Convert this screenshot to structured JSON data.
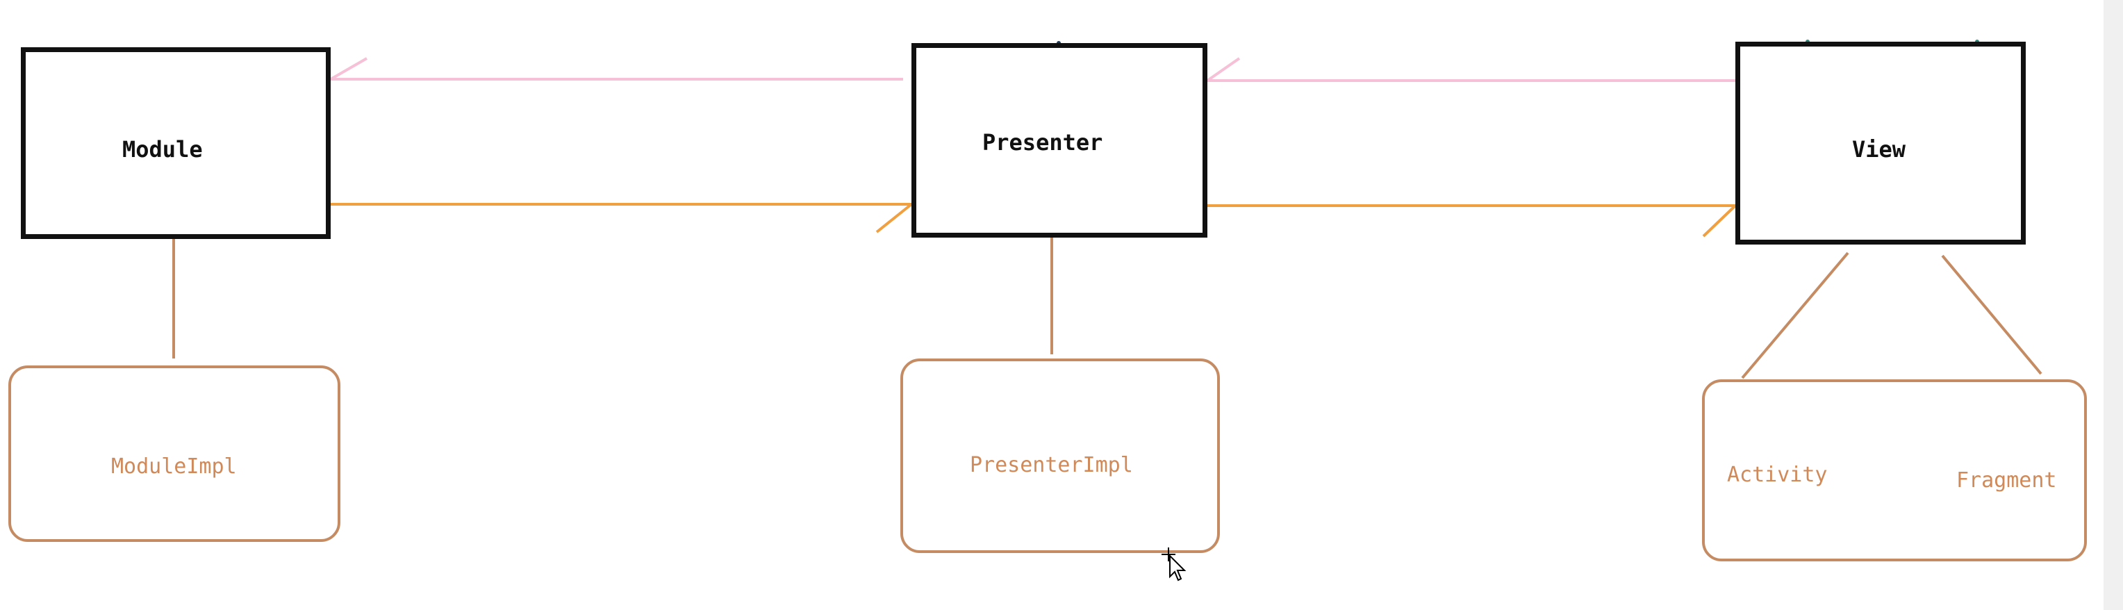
{
  "diagram": {
    "nodes": {
      "module": "Module",
      "presenter": "Presenter",
      "view": "View",
      "module_impl": "ModuleImpl",
      "presenter_impl": "PresenterImpl",
      "activity": "Activity",
      "fragment": "Fragment"
    },
    "colors": {
      "box_border": "#111111",
      "impl_border": "#c58b63",
      "impl_text": "#d08a5a",
      "arrow_back": "#f6c0d6",
      "arrow_forward": "#f0a040",
      "connector": "#c58b63"
    },
    "edges": [
      {
        "from": "Presenter",
        "to": "Module",
        "style": "arrow",
        "color": "pink"
      },
      {
        "from": "Module",
        "to": "Presenter",
        "style": "arrow",
        "color": "orange"
      },
      {
        "from": "View",
        "to": "Presenter",
        "style": "arrow",
        "color": "pink"
      },
      {
        "from": "Presenter",
        "to": "View",
        "style": "arrow",
        "color": "orange"
      },
      {
        "from": "Module",
        "to": "ModuleImpl",
        "style": "line"
      },
      {
        "from": "Presenter",
        "to": "PresenterImpl",
        "style": "line"
      },
      {
        "from": "View",
        "to": "Activity",
        "style": "line"
      },
      {
        "from": "View",
        "to": "Fragment",
        "style": "line"
      }
    ]
  }
}
